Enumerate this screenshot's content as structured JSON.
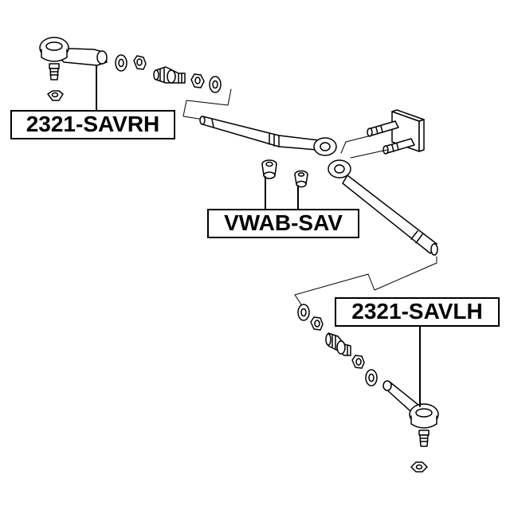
{
  "labels": {
    "right_tie_rod_end": "2321-SAVRH",
    "bushing": "VWAB-SAV",
    "left_tie_rod_end": "2321-SAVLH"
  },
  "colors": {
    "line": "#000000",
    "part_fill": "#ffffff",
    "label_border": "#000000",
    "background": "#ffffff"
  }
}
